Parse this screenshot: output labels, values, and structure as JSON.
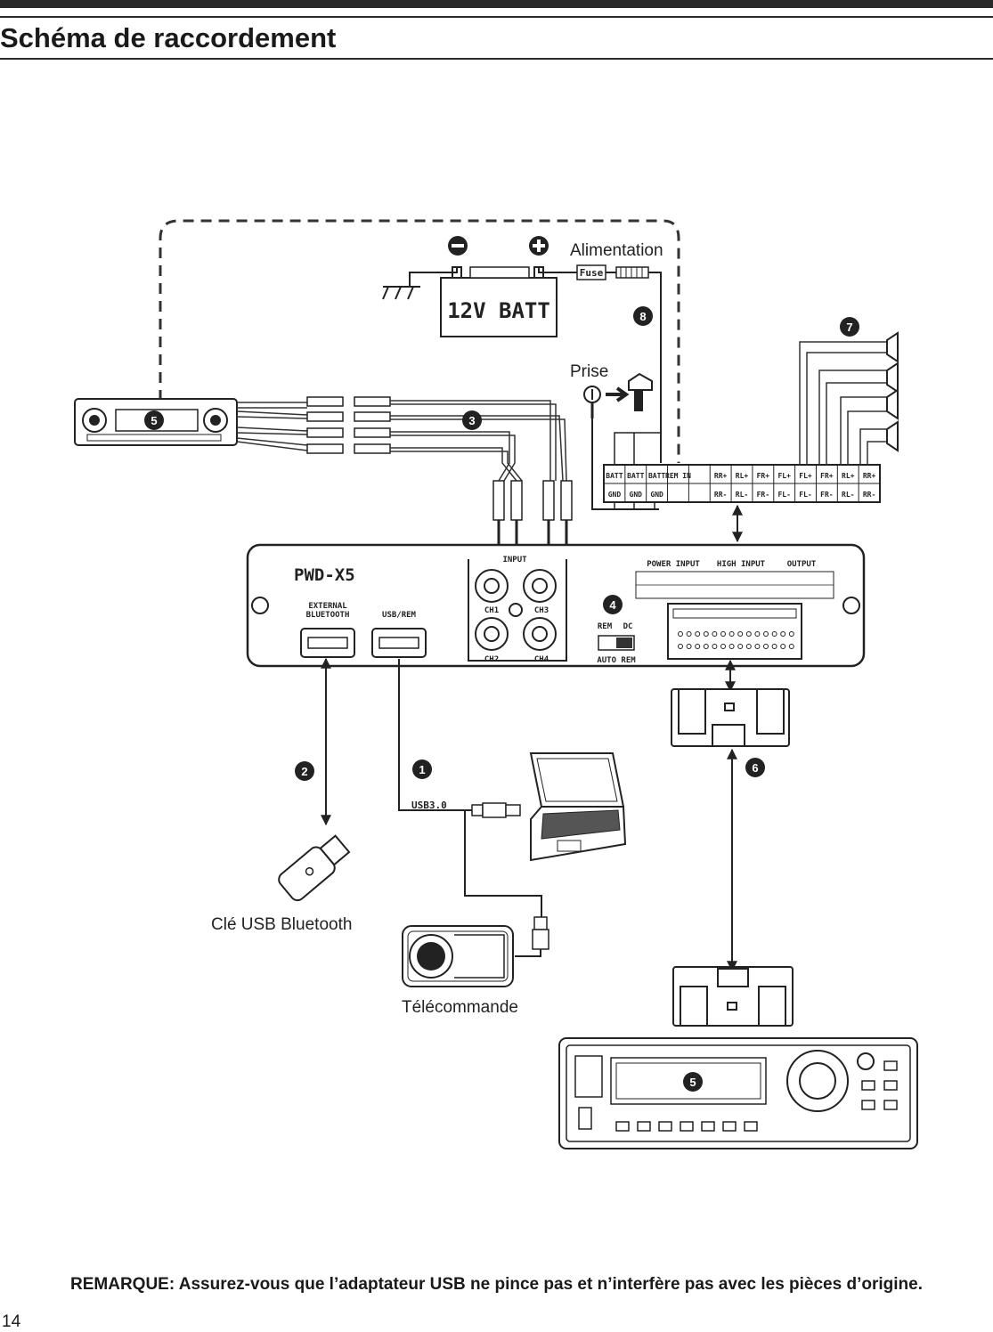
{
  "header": {
    "title": "Schéma de raccordement"
  },
  "labels": {
    "alimentation": "Alimentation",
    "prise": "Prise",
    "cle_usb": "Clé USB Bluetooth",
    "telecommande": "Télécommande",
    "battery": "12V BATT",
    "fuse": "Fuse",
    "amp_model": "PWD-X5",
    "external_bt": "EXTERNAL",
    "external_bt2": "BLUETOOTH",
    "usb_rem": "USB/REM",
    "input": "INPUT",
    "ch1": "CH1",
    "ch2": "CH2",
    "ch3": "CH3",
    "ch4": "CH4",
    "power_input": "POWER INPUT",
    "high_input": "HIGH INPUT",
    "output": "OUTPUT",
    "rem": "REM",
    "dc": "DC",
    "auto_rem": "AUTO REM",
    "usb30": "USB3.0"
  },
  "terminals": {
    "top": [
      "BATT",
      "BATT",
      "BATT",
      "REM IN",
      "",
      "RR+",
      "RL+",
      "FR+",
      "FL+",
      "FL+",
      "FR+",
      "RL+",
      "RR+"
    ],
    "bottom": [
      "GND",
      "GND",
      "GND",
      "",
      "",
      "RR-",
      "RL-",
      "FR-",
      "FL-",
      "FL-",
      "FR-",
      "RL-",
      "RR-"
    ]
  },
  "callouts": [
    "1",
    "2",
    "3",
    "4",
    "5",
    "5",
    "6",
    "7",
    "8"
  ],
  "footer": {
    "note": "REMARQUE: Assurez-vous que l’adaptateur USB ne pince pas et n’interfère pas avec les pièces d’origine.",
    "page": "14"
  }
}
